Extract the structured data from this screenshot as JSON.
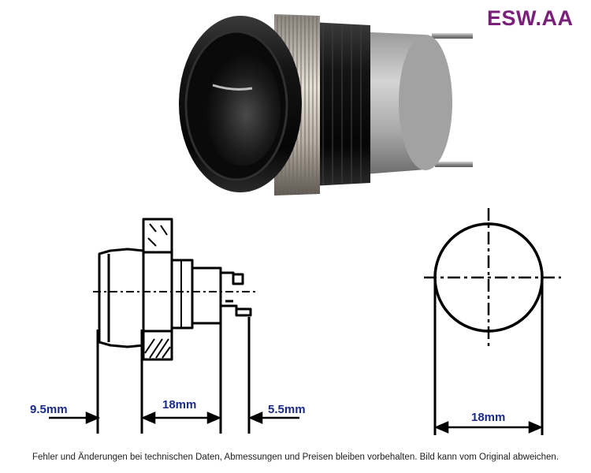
{
  "brand": {
    "name": "ESW.AA",
    "color": "#7a1f7a"
  },
  "dimensions": {
    "front_depth": "9.5mm",
    "body_length": "18mm",
    "terminal_length": "5.5mm",
    "diameter": "18mm",
    "label_color": "#1a2b8a"
  },
  "footer": {
    "disclaimer": "Fehler und Änderungen bei technischen Daten, Abmessungen und Preisen bleiben vorbehalten. Bild kann vom Original abweichen."
  }
}
